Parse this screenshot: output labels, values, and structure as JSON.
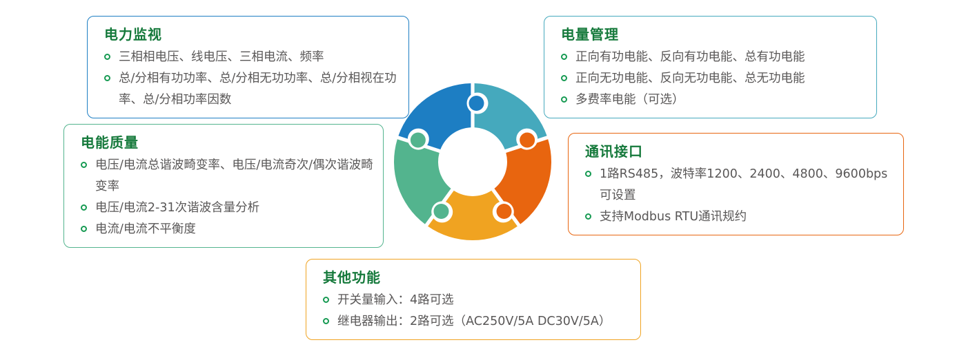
{
  "page": {
    "background": "#ffffff"
  },
  "palette": {
    "title_green": "#15793b",
    "body_gray": "#595757",
    "bullet_green": "#169a52"
  },
  "cards": [
    {
      "id": "power-monitoring",
      "title": "电力监视",
      "border": "#1d7ec3",
      "items": [
        "三相相电压、线电压、三相电流、频率",
        "总/分相有功功率、总/分相无功功率、总/分相视在功率、总/分相功率因数"
      ]
    },
    {
      "id": "power-quality",
      "title": "电能质量",
      "border": "#53b48e",
      "items": [
        "电压/电流总谐波畸变率、电压/电流奇次/偶次谐波畸变率",
        "电压/电流2-31次谐波含量分析",
        "电流/电流不平衡度"
      ]
    },
    {
      "id": "energy-management",
      "title": "电量管理",
      "border": "#45a9bd",
      "items": [
        "正向有功电能、反向有功电能、总有功电能",
        "正向无功电能、反向无功电能、总无功电能",
        "多费率电能（可选）"
      ]
    },
    {
      "id": "communication-interface",
      "title": "通讯接口",
      "border": "#e8650f",
      "items": [
        "1路RS485，波特率1200、2400、4800、9600bps可设置",
        "支持Modbus RTU通讯规约"
      ]
    },
    {
      "id": "other-functions",
      "title": "其他功能",
      "border": "#f0a321",
      "items": [
        "开关量输入：4路可选",
        "继电器输出：2路可选（AC250V/5A DC30V/5A）"
      ]
    }
  ],
  "wheel": {
    "pieces": [
      {
        "name": "blue-piece",
        "color": "#1d7ec3"
      },
      {
        "name": "teal-piece",
        "color": "#45a9bd"
      },
      {
        "name": "orange-piece",
        "color": "#e8650f"
      },
      {
        "name": "amber-piece",
        "color": "#f0a321"
      },
      {
        "name": "green-piece",
        "color": "#53b48e"
      }
    ]
  }
}
